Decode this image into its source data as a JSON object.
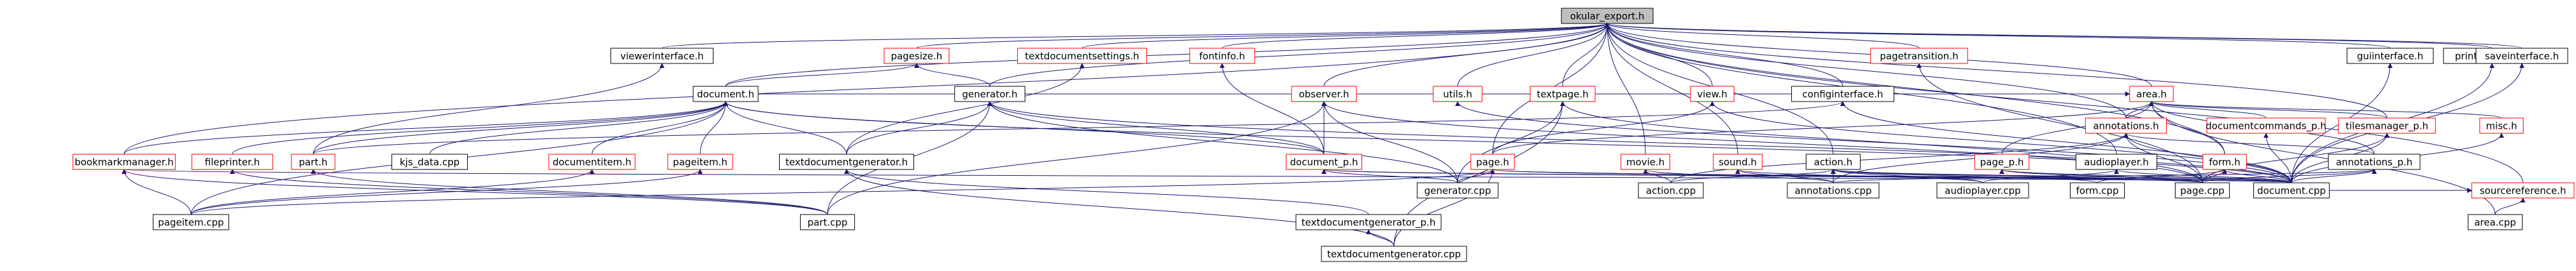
{
  "colors": {
    "edge": "#191970",
    "node_border_black": "#000000",
    "node_border_red": "#ff0000",
    "root_fill": "#bfbfbf",
    "text": "#000000"
  },
  "nodes": [
    {
      "id": "okular_export_h",
      "label": "okular_export.h",
      "border": "black",
      "root": true
    },
    {
      "id": "viewerinterface_h",
      "label": "viewerinterface.h",
      "border": "black"
    },
    {
      "id": "pagesize_h",
      "label": "pagesize.h",
      "border": "red"
    },
    {
      "id": "textdocumentsettings_h",
      "label": "textdocumentsettings.h",
      "border": "red"
    },
    {
      "id": "fontinfo_h",
      "label": "fontinfo.h",
      "border": "red"
    },
    {
      "id": "pagetransition_h",
      "label": "pagetransition.h",
      "border": "red"
    },
    {
      "id": "area_h",
      "label": "area.h",
      "border": "red"
    },
    {
      "id": "guiinterface_h",
      "label": "guiinterface.h",
      "border": "black"
    },
    {
      "id": "printinterface_h",
      "label": "printinterface.h",
      "border": "black"
    },
    {
      "id": "saveinterface_h",
      "label": "saveinterface.h",
      "border": "black"
    },
    {
      "id": "document_h",
      "label": "document.h",
      "border": "black"
    },
    {
      "id": "generator_h",
      "label": "generator.h",
      "border": "black"
    },
    {
      "id": "observer_h",
      "label": "observer.h",
      "border": "red"
    },
    {
      "id": "utils_h",
      "label": "utils.h",
      "border": "red"
    },
    {
      "id": "textpage_h",
      "label": "textpage.h",
      "border": "red"
    },
    {
      "id": "view_h",
      "label": "view.h",
      "border": "red"
    },
    {
      "id": "configinterface_h",
      "label": "configinterface.h",
      "border": "black"
    },
    {
      "id": "annotations_h",
      "label": "annotations.h",
      "border": "red"
    },
    {
      "id": "documentcommands_p_h",
      "label": "documentcommands_p.h",
      "border": "red"
    },
    {
      "id": "tilesmanager_p_h",
      "label": "tilesmanager_p.h",
      "border": "red"
    },
    {
      "id": "misc_h",
      "label": "misc.h",
      "border": "red"
    },
    {
      "id": "sourcereference_h",
      "label": "sourcereference.h",
      "border": "red"
    },
    {
      "id": "bookmarkmanager_h",
      "label": "bookmarkmanager.h",
      "border": "red"
    },
    {
      "id": "fileprinter_h",
      "label": "fileprinter.h",
      "border": "red"
    },
    {
      "id": "part_h",
      "label": "part.h",
      "border": "red"
    },
    {
      "id": "kjs_data_cpp",
      "label": "kjs_data.cpp",
      "border": "black"
    },
    {
      "id": "documentitem_h",
      "label": "documentitem.h",
      "border": "red"
    },
    {
      "id": "pageitem_h",
      "label": "pageitem.h",
      "border": "red"
    },
    {
      "id": "textdocumentgenerator_h",
      "label": "textdocumentgenerator.h",
      "border": "black"
    },
    {
      "id": "document_p_h",
      "label": "document_p.h",
      "border": "red"
    },
    {
      "id": "page_h",
      "label": "page.h",
      "border": "red"
    },
    {
      "id": "movie_h",
      "label": "movie.h",
      "border": "red"
    },
    {
      "id": "sound_h",
      "label": "sound.h",
      "border": "red"
    },
    {
      "id": "action_h",
      "label": "action.h",
      "border": "black"
    },
    {
      "id": "page_p_h",
      "label": "page_p.h",
      "border": "red"
    },
    {
      "id": "audioplayer_h",
      "label": "audioplayer.h",
      "border": "black"
    },
    {
      "id": "form_h",
      "label": "form.h",
      "border": "red"
    },
    {
      "id": "annotations_p_h",
      "label": "annotations_p.h",
      "border": "black"
    },
    {
      "id": "pageitem_cpp",
      "label": "pageitem.cpp",
      "border": "black"
    },
    {
      "id": "part_cpp",
      "label": "part.cpp",
      "border": "black"
    },
    {
      "id": "textdocumentgenerator_p_h",
      "label": "textdocumentgenerator_p.h",
      "border": "black"
    },
    {
      "id": "generator_cpp",
      "label": "generator.cpp",
      "border": "black"
    },
    {
      "id": "action_cpp",
      "label": "action.cpp",
      "border": "black"
    },
    {
      "id": "annotations_cpp",
      "label": "annotations.cpp",
      "border": "black"
    },
    {
      "id": "audioplayer_cpp",
      "label": "audioplayer.cpp",
      "border": "black"
    },
    {
      "id": "form_cpp",
      "label": "form.cpp",
      "border": "black"
    },
    {
      "id": "page_cpp",
      "label": "page.cpp",
      "border": "black"
    },
    {
      "id": "document_cpp",
      "label": "document.cpp",
      "border": "black"
    },
    {
      "id": "area_cpp",
      "label": "area.cpp",
      "border": "black"
    },
    {
      "id": "textdocumentgenerator_cpp",
      "label": "textdocumentgenerator.cpp",
      "border": "black"
    }
  ],
  "edges": [
    [
      "viewerinterface_h",
      "okular_export_h"
    ],
    [
      "pagesize_h",
      "okular_export_h"
    ],
    [
      "textdocumentsettings_h",
      "okular_export_h"
    ],
    [
      "fontinfo_h",
      "okular_export_h"
    ],
    [
      "pagetransition_h",
      "okular_export_h"
    ],
    [
      "area_h",
      "okular_export_h"
    ],
    [
      "guiinterface_h",
      "okular_export_h"
    ],
    [
      "printinterface_h",
      "okular_export_h"
    ],
    [
      "saveinterface_h",
      "okular_export_h"
    ],
    [
      "document_h",
      "okular_export_h"
    ],
    [
      "generator_h",
      "okular_export_h"
    ],
    [
      "observer_h",
      "okular_export_h"
    ],
    [
      "utils_h",
      "okular_export_h"
    ],
    [
      "textpage_h",
      "okular_export_h"
    ],
    [
      "view_h",
      "okular_export_h"
    ],
    [
      "configinterface_h",
      "okular_export_h"
    ],
    [
      "annotations_h",
      "okular_export_h"
    ],
    [
      "sourcereference_h",
      "okular_export_h"
    ],
    [
      "bookmarkmanager_h",
      "okular_export_h"
    ],
    [
      "action_h",
      "okular_export_h"
    ],
    [
      "page_h",
      "okular_export_h"
    ],
    [
      "movie_h",
      "okular_export_h"
    ],
    [
      "sound_h",
      "okular_export_h"
    ],
    [
      "audioplayer_h",
      "okular_export_h"
    ],
    [
      "form_h",
      "okular_export_h"
    ],
    [
      "tilesmanager_p_h",
      "okular_export_h"
    ],
    [
      "part_h",
      "viewerinterface_h"
    ],
    [
      "document_h",
      "pagesize_h"
    ],
    [
      "generator_h",
      "pagesize_h"
    ],
    [
      "textdocumentgenerator_h",
      "textdocumentsettings_h"
    ],
    [
      "document_p_h",
      "fontinfo_h"
    ],
    [
      "page_cpp",
      "pagetransition_h"
    ],
    [
      "document_h",
      "area_h"
    ],
    [
      "annotations_h",
      "area_h"
    ],
    [
      "documentcommands_p_h",
      "area_h"
    ],
    [
      "tilesmanager_p_h",
      "area_h"
    ],
    [
      "misc_h",
      "area_h"
    ],
    [
      "area_cpp",
      "area_h"
    ],
    [
      "page_h",
      "area_h"
    ],
    [
      "form_h",
      "area_h"
    ],
    [
      "page_p_h",
      "area_h"
    ],
    [
      "annotations_p_h",
      "area_h"
    ],
    [
      "document_cpp",
      "guiinterface_h"
    ],
    [
      "document_cpp",
      "printinterface_h"
    ],
    [
      "document_cpp",
      "saveinterface_h"
    ],
    [
      "bookmarkmanager_h",
      "document_h"
    ],
    [
      "fileprinter_h",
      "document_h"
    ],
    [
      "part_h",
      "document_h"
    ],
    [
      "kjs_data_cpp",
      "document_h"
    ],
    [
      "documentitem_h",
      "document_h"
    ],
    [
      "pageitem_h",
      "document_h"
    ],
    [
      "textdocumentgenerator_h",
      "document_h"
    ],
    [
      "document_p_h",
      "document_h"
    ],
    [
      "pageitem_cpp",
      "document_h"
    ],
    [
      "document_cpp",
      "document_h"
    ],
    [
      "textdocumentgenerator_h",
      "generator_h"
    ],
    [
      "document_p_h",
      "generator_h"
    ],
    [
      "generator_cpp",
      "generator_h"
    ],
    [
      "part_cpp",
      "generator_h"
    ],
    [
      "document_cpp",
      "generator_h"
    ],
    [
      "document_p_h",
      "observer_h"
    ],
    [
      "generator_cpp",
      "observer_h"
    ],
    [
      "page_cpp",
      "observer_h"
    ],
    [
      "part_cpp",
      "observer_h"
    ],
    [
      "document_cpp",
      "utils_h"
    ],
    [
      "textdocumentgenerator_cpp",
      "textpage_h"
    ],
    [
      "page_cpp",
      "textpage_h"
    ],
    [
      "generator_cpp",
      "textpage_h"
    ],
    [
      "page_h",
      "view_h"
    ],
    [
      "document_cpp",
      "view_h"
    ],
    [
      "part_h",
      "configinterface_h"
    ],
    [
      "document_cpp",
      "configinterface_h"
    ],
    [
      "annotations_p_h",
      "annotations_h"
    ],
    [
      "action_cpp",
      "annotations_h"
    ],
    [
      "page_cpp",
      "annotations_h"
    ],
    [
      "document_cpp",
      "annotations_h"
    ],
    [
      "annotations_cpp",
      "annotations_h"
    ],
    [
      "document_cpp",
      "documentcommands_p_h"
    ],
    [
      "document_cpp",
      "tilesmanager_p_h"
    ],
    [
      "page_cpp",
      "tilesmanager_p_h"
    ],
    [
      "document_cpp",
      "misc_h"
    ],
    [
      "area_cpp",
      "sourcereference_h"
    ],
    [
      "document_cpp",
      "sourcereference_h"
    ],
    [
      "pageitem_cpp",
      "bookmarkmanager_h"
    ],
    [
      "part_cpp",
      "bookmarkmanager_h"
    ],
    [
      "document_cpp",
      "bookmarkmanager_h"
    ],
    [
      "part_cpp",
      "fileprinter_h"
    ],
    [
      "part_cpp",
      "part_h"
    ],
    [
      "pageitem_cpp",
      "documentitem_h"
    ],
    [
      "pageitem_cpp",
      "pageitem_h"
    ],
    [
      "textdocumentgenerator_p_h",
      "textdocumentgenerator_h"
    ],
    [
      "textdocumentgenerator_cpp",
      "textdocumentgenerator_h"
    ],
    [
      "generator_cpp",
      "document_p_h"
    ],
    [
      "document_cpp",
      "document_p_h"
    ],
    [
      "page_cpp",
      "document_p_h"
    ],
    [
      "textdocumentgenerator_cpp",
      "page_h"
    ],
    [
      "generator_cpp",
      "page_h"
    ],
    [
      "page_cpp",
      "page_h"
    ],
    [
      "document_cpp",
      "page_h"
    ],
    [
      "pageitem_cpp",
      "page_h"
    ],
    [
      "action_cpp",
      "movie_h"
    ],
    [
      "annotations_cpp",
      "movie_h"
    ],
    [
      "annotations_cpp",
      "sound_h"
    ],
    [
      "audioplayer_cpp",
      "sound_h"
    ],
    [
      "action_cpp",
      "action_h"
    ],
    [
      "annotations_cpp",
      "action_h"
    ],
    [
      "audioplayer_cpp",
      "action_h"
    ],
    [
      "form_cpp",
      "action_h"
    ],
    [
      "page_cpp",
      "action_h"
    ],
    [
      "document_cpp",
      "action_h"
    ],
    [
      "page_cpp",
      "page_p_h"
    ],
    [
      "document_cpp",
      "page_p_h"
    ],
    [
      "audioplayer_cpp",
      "audioplayer_h"
    ],
    [
      "document_cpp",
      "audioplayer_h"
    ],
    [
      "form_cpp",
      "form_h"
    ],
    [
      "page_cpp",
      "form_h"
    ],
    [
      "document_cpp",
      "form_h"
    ],
    [
      "annotations_cpp",
      "annotations_p_h"
    ],
    [
      "document_cpp",
      "annotations_p_h"
    ],
    [
      "page_cpp",
      "annotations_p_h"
    ],
    [
      "textdocumentgenerator_cpp",
      "textdocumentgenerator_p_h"
    ]
  ]
}
